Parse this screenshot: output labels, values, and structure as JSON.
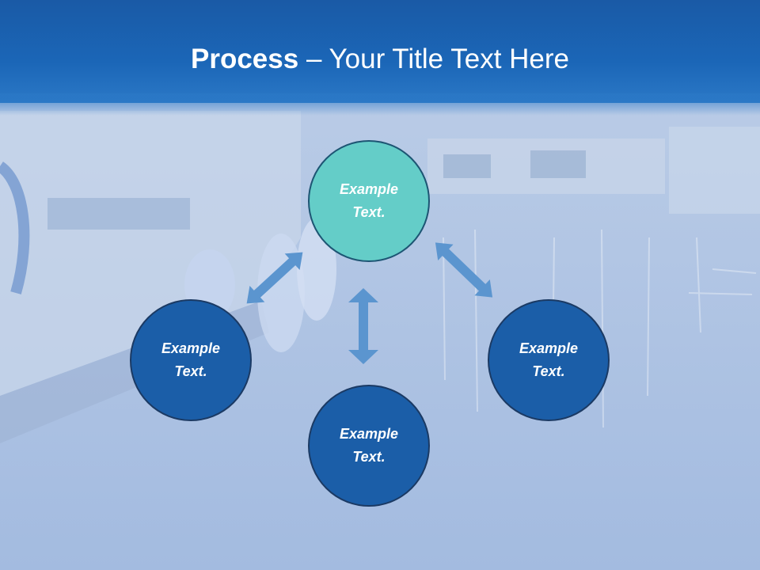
{
  "title": {
    "bold": "Process",
    "rest": " – Your Title Text Here"
  },
  "nodes": {
    "top": "Example\nText.",
    "left": "Example\nText.",
    "right": "Example\nText.",
    "bottom": "Example\nText."
  },
  "colors": {
    "header": "#1b66b7",
    "node_highlight": "#64cdc8",
    "node": "#1b5ea8",
    "arrow": "#5b95cf"
  }
}
